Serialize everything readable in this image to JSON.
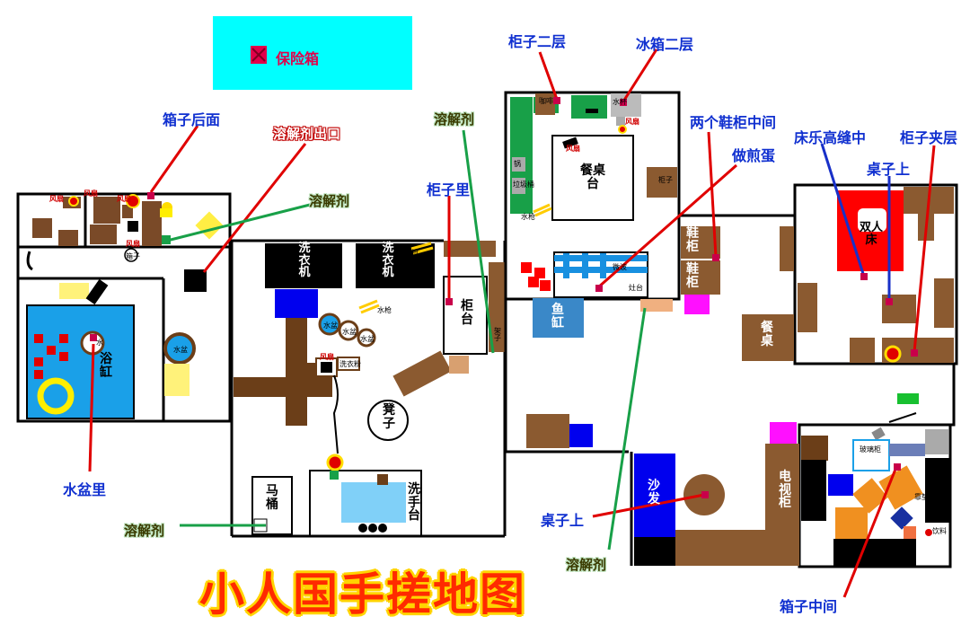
{
  "map_title": "小人国手搓地图",
  "legend": {
    "safe_label": "保险箱"
  },
  "colors": {
    "item_marker": "#c8004a",
    "solvent_line": "#18a048",
    "pointer_line": "#e00000",
    "pointer_blue": "#1830c8",
    "legend_bg": "#00ffff"
  },
  "labels": {
    "behind_box": "箱子后面",
    "solvent_exit": "溶解剂出口",
    "solvent_1": "溶解剂",
    "solvent_2": "溶解剂",
    "in_basin": "水盆里",
    "solvent_3": "溶解剂",
    "cabinet_second_layer": "柜子二层",
    "fridge_second_layer": "冰箱二层",
    "in_cabinet": "柜子里",
    "between_shoe_cabinets": "两个鞋柜中间",
    "fry_egg": "做煎蛋",
    "bed_gap": "床乐高缝中",
    "on_table_right": "桌子上",
    "cabinet_gap": "柜子夹层",
    "on_table_bottom": "桌子上",
    "solvent_4": "溶解剂",
    "between_boxes": "箱子中间"
  },
  "rooms": {
    "washer_1": "洗衣机",
    "washer_2": "洗衣机",
    "bathtub": "浴缸",
    "counter_cabinet": "柜台",
    "stool": "凳子",
    "toilet": "马桶",
    "sink": "洗手台",
    "dining_table_top": "餐桌台",
    "fish_tank": "鱼缸",
    "shoe_cabinet_1": "鞋柜",
    "shoe_cabinet_2": "鞋柜",
    "double_bed": "双人床",
    "dining_table_right": "餐桌",
    "sofa": "沙发",
    "tv_cabinet": "电视柜",
    "shelf": "架子"
  },
  "small_labels": {
    "fan_1": "风扇",
    "fan_2": "风扇",
    "fan_3": "风扇",
    "fan_4": "风扇",
    "fan_5": "风扇",
    "fan_6": "风扇",
    "fan_7": "风扇",
    "water_1": "水",
    "water_2": "水盆",
    "water_gun_1": "水枪",
    "water_gun_2": "水枪",
    "water_gun_3": "水枪",
    "basin_1": "水盆",
    "basin_2": "水盆",
    "basin_3": "水盆",
    "washing_powder": "洗衣粉",
    "box_small": "箱子",
    "cup": "水杯",
    "glass_cabinet": "玻璃柜",
    "drink": "饮料",
    "stove": "灶台",
    "sofa_cushion": "靠垫",
    "coffee": "咖啡",
    "trash": "垃圾桶",
    "cabinet_small": "柜子",
    "pan": "锅",
    "microwave": "微波"
  }
}
